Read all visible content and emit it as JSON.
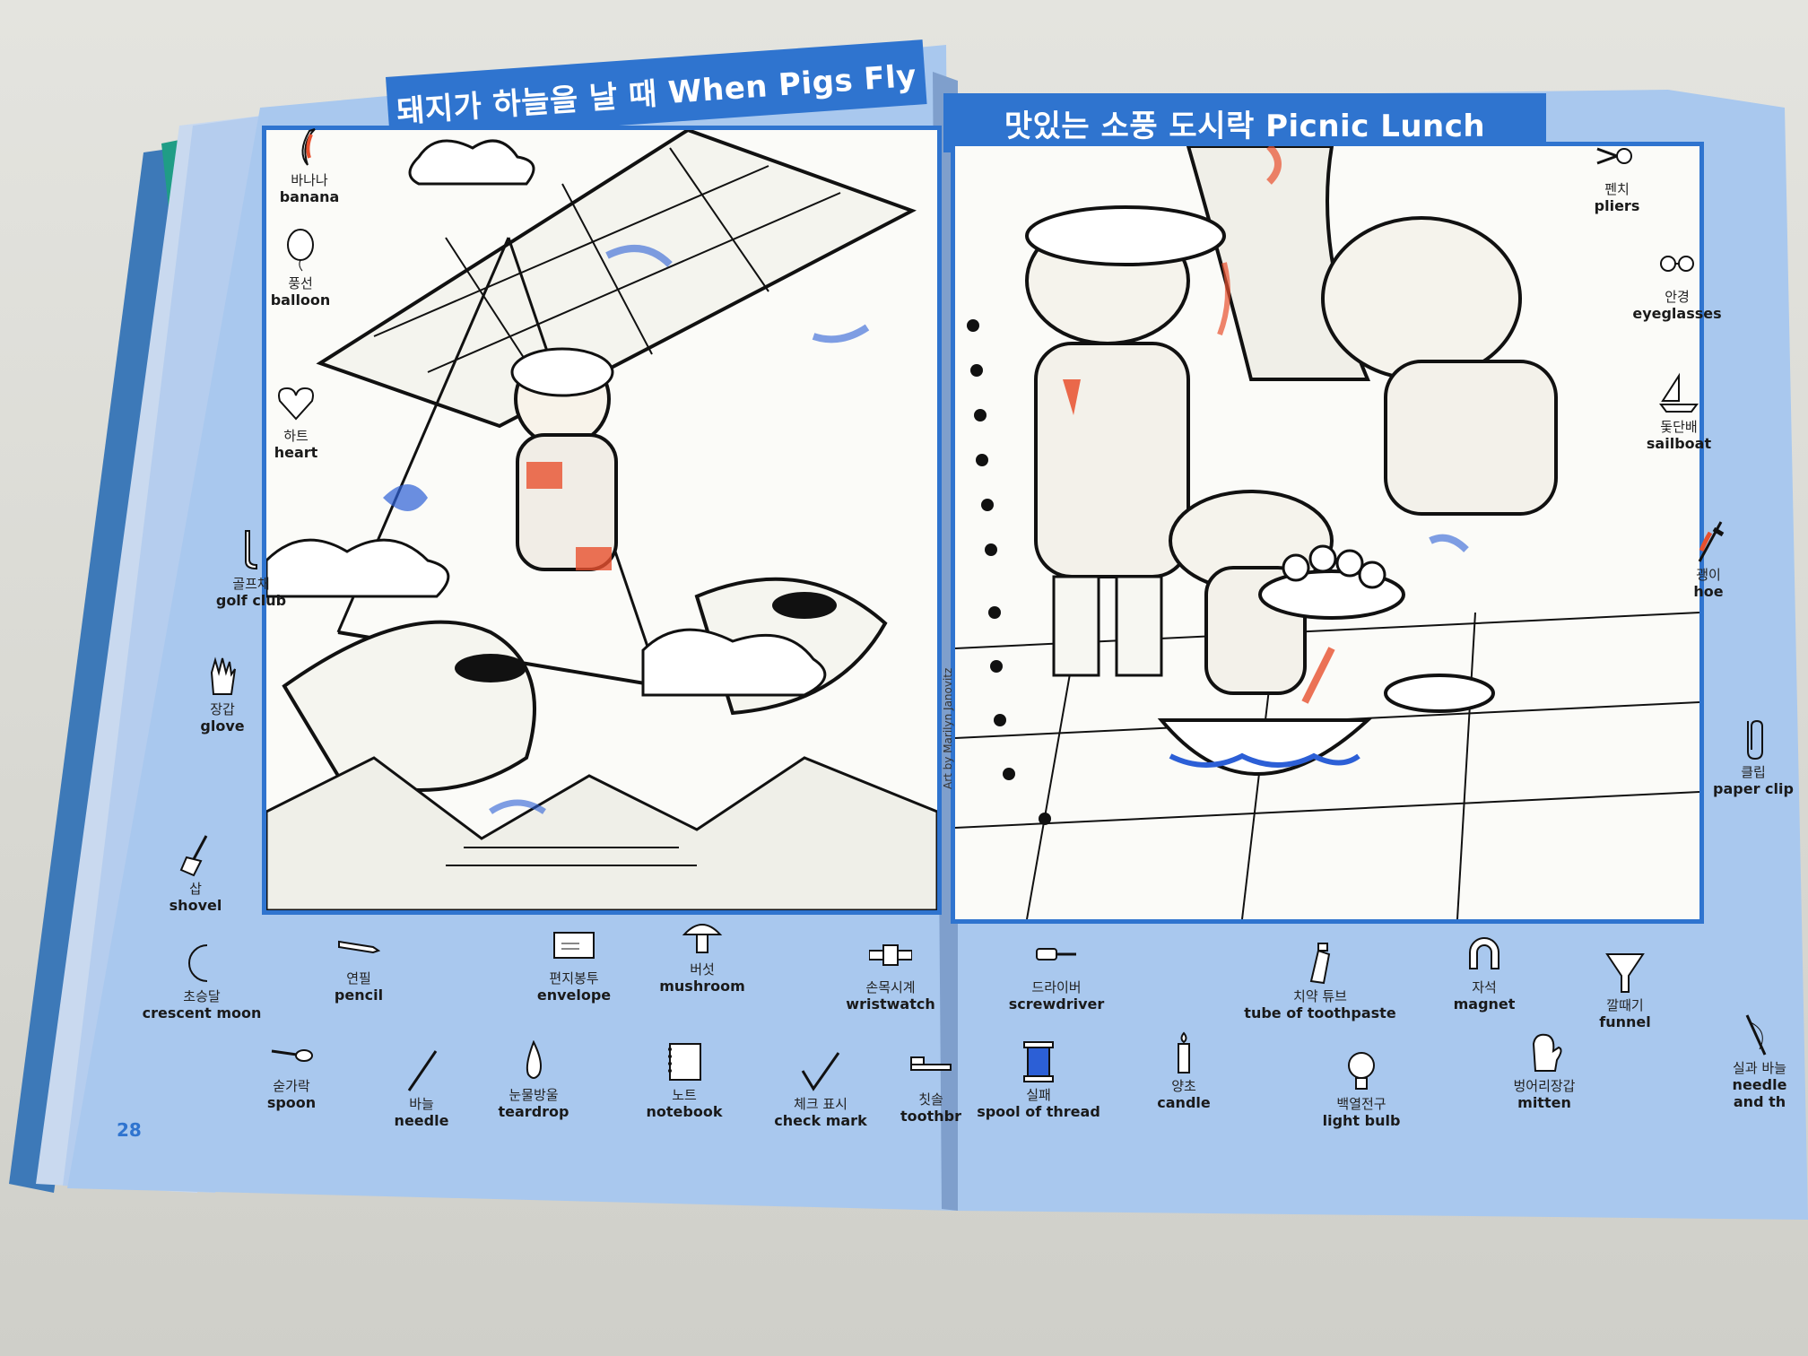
{
  "left_page": {
    "title": "돼지가 하늘을 날 때 When Pigs Fly",
    "page_number": "28",
    "items": [
      {
        "ko": "바나나",
        "en": "banana"
      },
      {
        "ko": "풍선",
        "en": "balloon"
      },
      {
        "ko": "하트",
        "en": "heart"
      },
      {
        "ko": "골프채",
        "en": "golf club"
      },
      {
        "ko": "장갑",
        "en": "glove"
      },
      {
        "ko": "삽",
        "en": "shovel"
      },
      {
        "ko": "초승달",
        "en": "crescent moon"
      },
      {
        "ko": "연필",
        "en": "pencil"
      },
      {
        "ko": "숟가락",
        "en": "spoon"
      },
      {
        "ko": "바늘",
        "en": "needle"
      },
      {
        "ko": "편지봉투",
        "en": "envelope"
      },
      {
        "ko": "눈물방울",
        "en": "teardrop"
      },
      {
        "ko": "버섯",
        "en": "mushroom"
      },
      {
        "ko": "노트",
        "en": "notebook"
      },
      {
        "ko": "손목시계",
        "en": "wristwatch"
      },
      {
        "ko": "체크 표시",
        "en": "check mark"
      },
      {
        "ko": "칫솔",
        "en": "toothbr"
      }
    ]
  },
  "right_page": {
    "title": "맛있는 소풍 도시락 Picnic Lunch",
    "art_credit": "Art by Marilyn Janovitz",
    "items": [
      {
        "ko": "펜치",
        "en": "pliers"
      },
      {
        "ko": "안경",
        "en": "eyeglasses"
      },
      {
        "ko": "돛단배",
        "en": "sailboat"
      },
      {
        "ko": "괭이",
        "en": "hoe"
      },
      {
        "ko": "클립",
        "en": "paper clip"
      },
      {
        "ko": "실과 바늘",
        "en": "needle and th"
      },
      {
        "ko": "드라이버",
        "en": "screwdriver"
      },
      {
        "ko": "실패",
        "en": "spool of thread"
      },
      {
        "ko": "양초",
        "en": "candle"
      },
      {
        "ko": "치약 튜브",
        "en": "tube of toothpaste"
      },
      {
        "ko": "백열전구",
        "en": "light bulb"
      },
      {
        "ko": "자석",
        "en": "magnet"
      },
      {
        "ko": "벙어리장갑",
        "en": "mitten"
      },
      {
        "ko": "깔때기",
        "en": "funnel"
      }
    ]
  },
  "colors": {
    "page_blue": "#a9c8ee",
    "banner_blue": "#2f74cf",
    "crayon_blue": "#2c5fd6",
    "crayon_red": "#e8502e"
  }
}
